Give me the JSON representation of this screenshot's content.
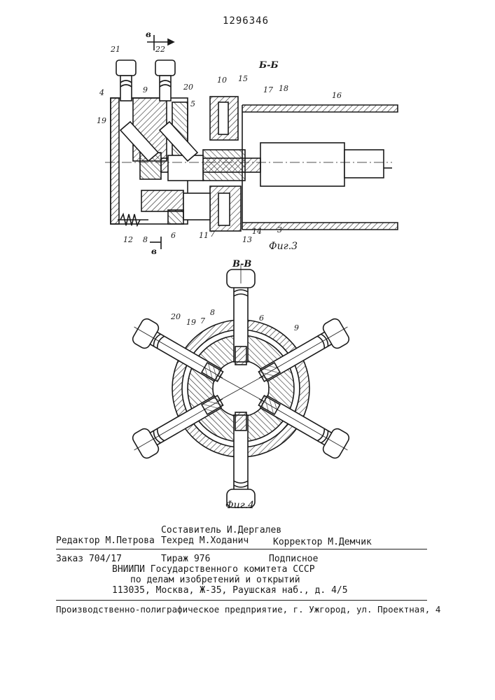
{
  "patent_number": "1296346",
  "figure3": {
    "caption": "Фиг.3",
    "section_label": "Б-Б",
    "cut_marker": "в",
    "labels": {
      "l21": "21",
      "l22": "22",
      "l4": "4",
      "l9": "9",
      "l20": "20",
      "l19": "19",
      "l5": "5",
      "l10": "10",
      "l15": "15",
      "l17": "17",
      "l18": "18",
      "l16": "16",
      "l12": "12",
      "l8": "8",
      "l6": "6",
      "l11": "11",
      "l7": "7",
      "l13": "13",
      "l14": "14",
      "l3": "3"
    }
  },
  "figure4": {
    "caption": "Фиг.4",
    "section_label": "В-В",
    "labels": {
      "l20": "20",
      "l19": "19",
      "l7": "7",
      "l8": "8",
      "l6": "6",
      "l9": "9"
    }
  },
  "imprint": {
    "editor": "Редактор М.Петрова",
    "compiler": "Составитель И.Дергалев",
    "techred": "Техред М.Ходанич",
    "corrector": "Корректор М.Демчик",
    "order": "Заказ 704/17",
    "circulation": "Тираж 976",
    "subscription": "Подписное",
    "institute": "ВНИИПИ Государственного комитета СССР",
    "institute_dept": "по делам изобретений и открытий",
    "address": "113035, Москва, Ж-35, Раушская наб., д. 4/5",
    "printer": "Производственно-полиграфическое предприятие, г. Ужгород, ул. Проектная, 4"
  }
}
